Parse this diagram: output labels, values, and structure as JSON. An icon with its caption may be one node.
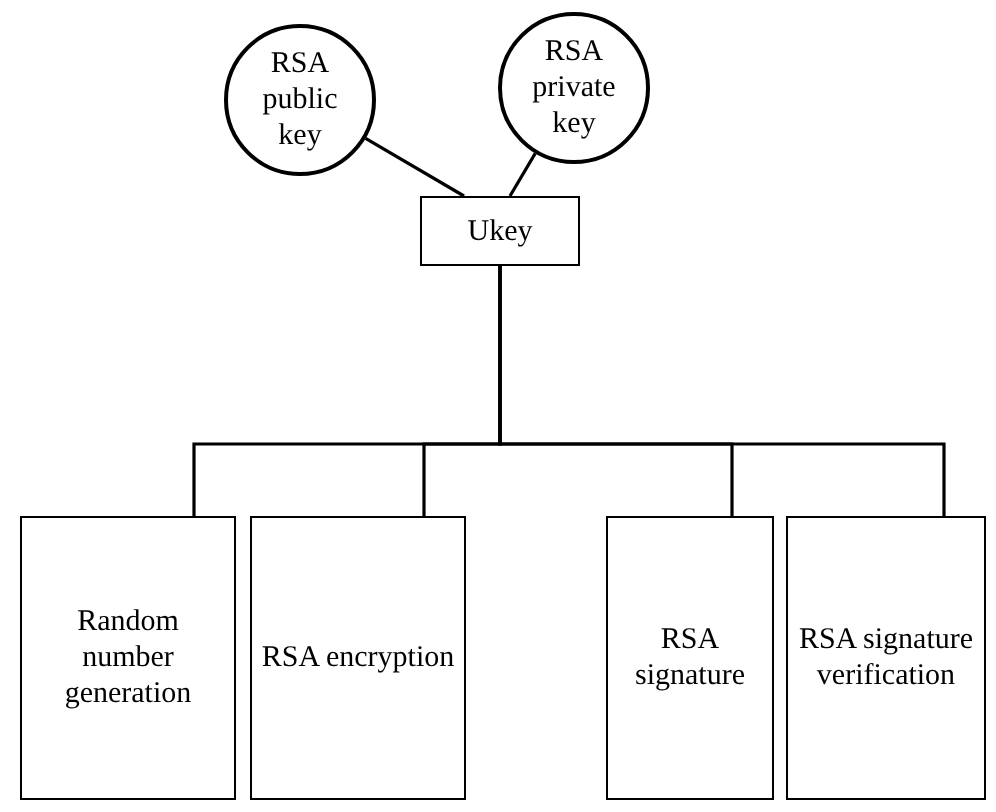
{
  "diagram": {
    "nodes": [
      {
        "text": [
          "RSA public key"
        ]
      },
      {
        "text": [
          "RSA private key"
        ]
      },
      {
        "text": [
          "Ukey"
        ]
      },
      {
        "text": [
          "Random number generation"
        ]
      },
      {
        "text": [
          "RSA encryption"
        ]
      },
      {
        "text": [
          "RSA signature"
        ]
      },
      {
        "text": [
          "RSA signature verification"
        ]
      }
    ],
    "edges": [
      {
        "from": 0,
        "to": 2,
        "arrow": "none"
      },
      {
        "from": 1,
        "to": 2,
        "arrow": "none"
      },
      {
        "from": 2,
        "to": 3,
        "arrow": "none"
      },
      {
        "from": 2,
        "to": 4,
        "arrow": "none"
      },
      {
        "from": 2,
        "to": 5,
        "arrow": "none"
      },
      {
        "from": 2,
        "to": 6,
        "arrow": "none"
      }
    ]
  }
}
